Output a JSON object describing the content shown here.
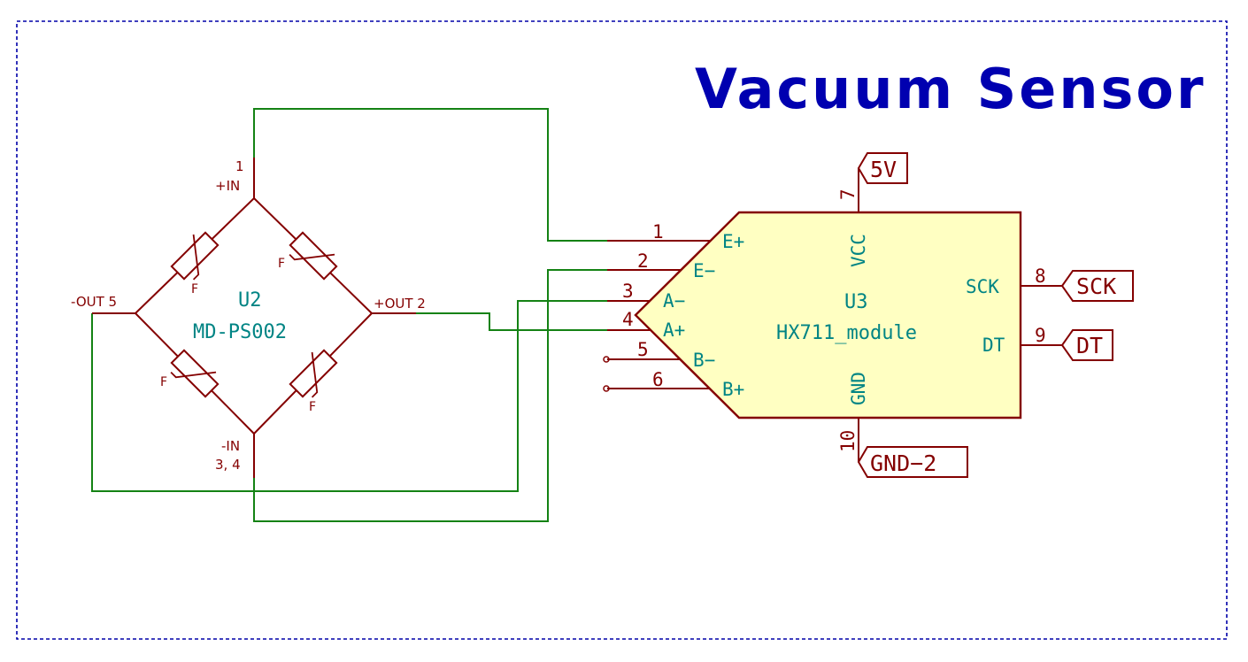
{
  "title": "Vacuum Sensor",
  "bridge": {
    "ref": "U2",
    "value": "MD-PS002",
    "pin1_number": "1",
    "pin1_name": "+IN",
    "pin_out_neg": "-OUT 5",
    "pin_out_pos": "+OUT 2",
    "pin_in_neg_name": "-IN",
    "pin_in_neg_numbers": "3, 4",
    "resistor_mark": "F"
  },
  "module": {
    "ref": "U3",
    "value": "HX711_module",
    "left_pins": [
      {
        "number": "1",
        "name": "E+"
      },
      {
        "number": "2",
        "name": "E−"
      },
      {
        "number": "3",
        "name": "A−"
      },
      {
        "number": "4",
        "name": "A+"
      },
      {
        "number": "5",
        "name": "B−"
      },
      {
        "number": "6",
        "name": "B+"
      }
    ],
    "top_pin": {
      "number": "7",
      "name": "VCC"
    },
    "bottom_pin": {
      "number": "10",
      "name": "GND"
    },
    "right_pins": [
      {
        "number": "8",
        "name": "SCK"
      },
      {
        "number": "9",
        "name": "DT"
      }
    ]
  },
  "nets": {
    "vcc": "5V",
    "gnd": "GND−2",
    "sck": "SCK",
    "dt": "DT"
  }
}
